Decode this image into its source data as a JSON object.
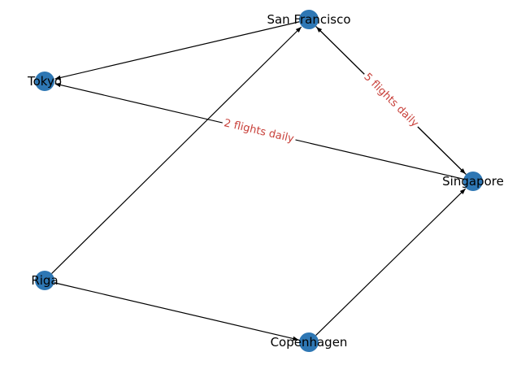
{
  "graph": {
    "type": "directed-network",
    "node_color": "#2e77b4",
    "edge_color": "#000000",
    "edge_label_color": "#c8403a",
    "nodes": [
      {
        "id": "sf",
        "label": "San Francisco"
      },
      {
        "id": "tokyo",
        "label": "Tokyo"
      },
      {
        "id": "singapore",
        "label": "Singapore"
      },
      {
        "id": "riga",
        "label": "Riga"
      },
      {
        "id": "copenhagen",
        "label": "Copenhagen"
      }
    ],
    "edges": [
      {
        "from": "sf",
        "to": "tokyo",
        "label": ""
      },
      {
        "from": "singapore",
        "to": "tokyo",
        "label": "2 flights daily"
      },
      {
        "from": "sf",
        "to": "singapore",
        "label": "5 flights daily"
      },
      {
        "from": "singapore",
        "to": "sf",
        "label": ""
      },
      {
        "from": "riga",
        "to": "sf",
        "label": ""
      },
      {
        "from": "riga",
        "to": "copenhagen",
        "label": ""
      },
      {
        "from": "copenhagen",
        "to": "singapore",
        "label": ""
      }
    ]
  }
}
